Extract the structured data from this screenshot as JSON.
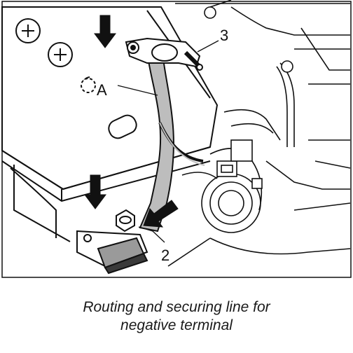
{
  "figure": {
    "callouts": {
      "label_A": "A",
      "label_2": "2",
      "label_3": "3"
    }
  },
  "caption": {
    "line1": "Routing and securing line for",
    "line2": "negative terminal"
  },
  "colors": {
    "line": "#111111",
    "shade": "#bdbdbd",
    "dark": "#2a2a2a",
    "background": "#ffffff"
  }
}
